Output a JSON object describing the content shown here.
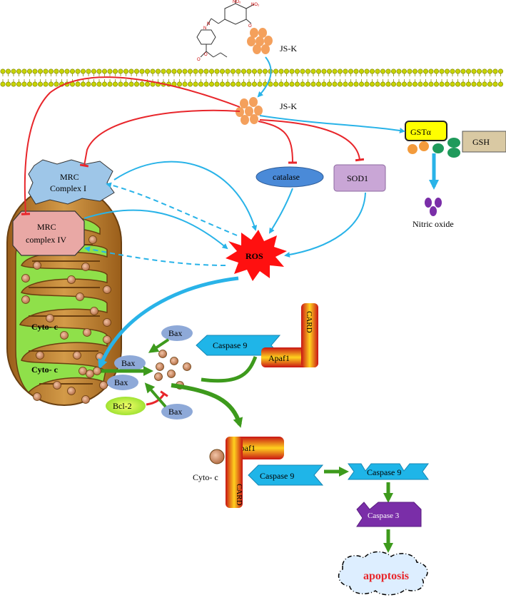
{
  "compound": "JS-K",
  "compound_inside": "JS-K",
  "gst": "GSTα",
  "gsh": "GSH",
  "nitric_oxide": "Nitric oxide",
  "catalase": "catalase",
  "sod1": "SOD1",
  "mrc1_line1": "MRC",
  "mrc1_line2": "Complex I",
  "mrc4_line1": "MRC",
  "mrc4_line2": "complex IV",
  "ros": "ROS",
  "cyto_c_1": "Cyto- c",
  "cyto_c_2": "Cyto- c",
  "cyto_c_3": "Cyto- c",
  "bax_1": "Bax",
  "bax_2": "Bax",
  "bax_3": "Bax",
  "bax_4": "Bax",
  "bcl2": "Bcl-2",
  "caspase9_1": "Caspase 9",
  "caspase9_2": "Caspase 9",
  "caspase9_3": "Caspase 9",
  "caspase3": "Caspase 3",
  "apaf1_1": "Apaf1",
  "apaf1_2": "Apaf1",
  "card_1": "CARD",
  "card_2": "CARD",
  "apoptosis": "apoptosis",
  "colors": {
    "inhibition_red": "#e8262b",
    "ros_blue": "#29b3e8",
    "activation_green": "#3d9a1c",
    "membrane_yellow": "#c8d400",
    "mito_outer": "#b87c2a",
    "mito_inner": "#8fe04a",
    "ros_fill": "#ff1010",
    "caspase_cyan": "#1fb5e8",
    "caspase3_purple": "#7a2ea8"
  }
}
